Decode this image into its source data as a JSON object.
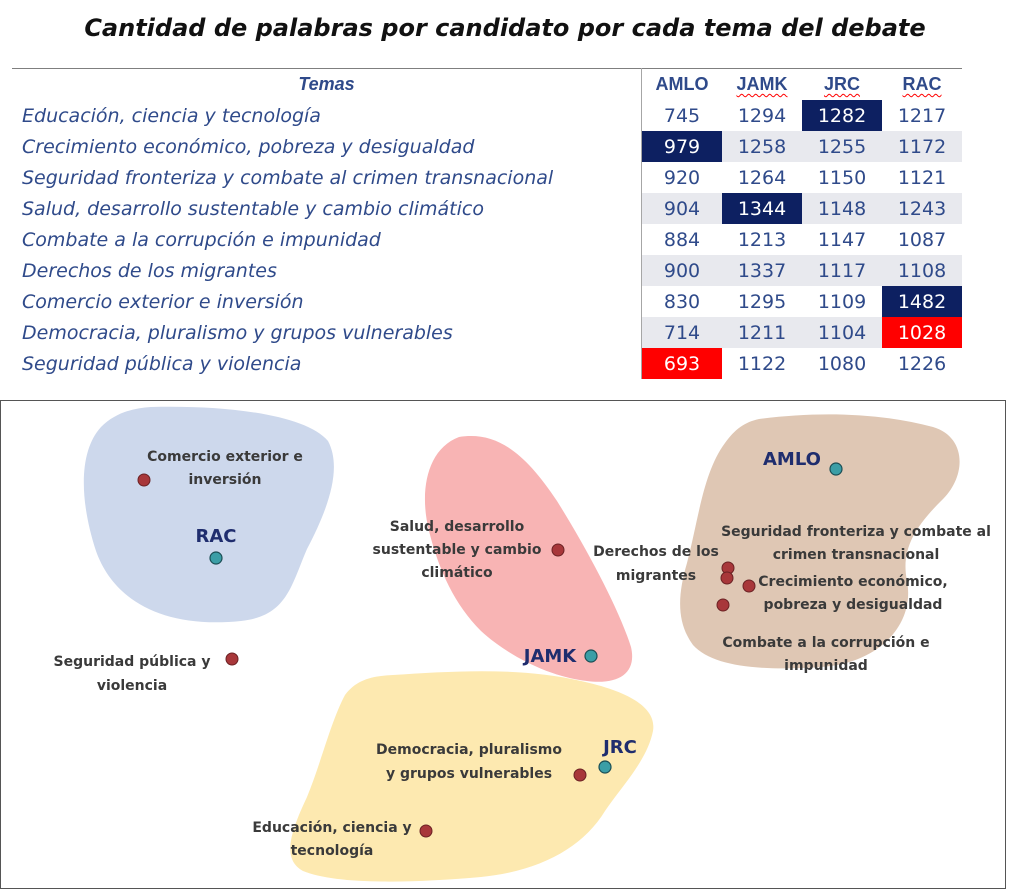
{
  "title": "Cantidad de palabras por candidato por cada tema del debate",
  "table": {
    "topic_header": "Temas",
    "candidates": [
      "AMLO",
      "JAMK",
      "JRC",
      "RAC"
    ]
  },
  "chart_data": [
    {
      "type": "table",
      "title": "Cantidad de palabras por candidato por cada tema del debate",
      "row_header": "Temas",
      "columns": [
        "AMLO",
        "JAMK",
        "JRC",
        "RAC"
      ],
      "rows": [
        {
          "topic": "Educación, ciencia y tecnología",
          "values": [
            745,
            1294,
            1282,
            1217
          ],
          "highlight_max": 2,
          "highlight_min": -1
        },
        {
          "topic": "Crecimiento económico, pobreza y desigualdad",
          "values": [
            979,
            1258,
            1255,
            1172
          ],
          "highlight_max": 0,
          "highlight_min": -1
        },
        {
          "topic": "Seguridad fronteriza y combate al crimen transnacional",
          "values": [
            920,
            1264,
            1150,
            1121
          ],
          "highlight_max": -1,
          "highlight_min": -1
        },
        {
          "topic": "Salud, desarrollo sustentable y cambio climático",
          "values": [
            904,
            1344,
            1148,
            1243
          ],
          "highlight_max": 1,
          "highlight_min": -1
        },
        {
          "topic": "Combate a la corrupción e impunidad",
          "values": [
            884,
            1213,
            1147,
            1087
          ],
          "highlight_max": -1,
          "highlight_min": -1
        },
        {
          "topic": "Derechos de los migrantes",
          "values": [
            900,
            1337,
            1117,
            1108
          ],
          "highlight_max": -1,
          "highlight_min": -1
        },
        {
          "topic": "Comercio exterior e inversión",
          "values": [
            830,
            1295,
            1109,
            1482
          ],
          "highlight_max": 3,
          "highlight_min": -1
        },
        {
          "topic": "Democracia, pluralismo y grupos vulnerables",
          "values": [
            714,
            1211,
            1104,
            1028
          ],
          "highlight_max": -1,
          "highlight_min": 3
        },
        {
          "topic": "Seguridad pública y violencia",
          "values": [
            693,
            1122,
            1080,
            1226
          ],
          "highlight_max": -1,
          "highlight_min": 0
        }
      ],
      "colors": {
        "max_highlight": "#0d2061",
        "min_highlight": "#ff0000",
        "text": "#2f4a8a"
      }
    },
    {
      "type": "scatter",
      "description_type": "correspondence map with cluster regions",
      "candidates": [
        "AMLO",
        "RAC",
        "JAMK",
        "JRC"
      ],
      "topics": [
        "Comercio exterior e inversión",
        "Salud, desarrollo sustentable y cambio climático",
        "Derechos de los migrantes",
        "Seguridad fronteriza y combate al crimen transnacional",
        "Crecimiento económico, pobreza y desigualdad",
        "Combate a la corrupción e impunidad",
        "Seguridad pública y violencia",
        "Democracia, pluralismo y grupos vulnerables",
        "Educación, ciencia y tecnología"
      ],
      "clusters": [
        {
          "candidate": "RAC",
          "topics": [
            "Comercio exterior e inversión"
          ],
          "color": "#cdd8ec"
        },
        {
          "candidate": "JAMK",
          "topics": [
            "Salud, desarrollo sustentable y cambio climático"
          ],
          "color": "#f8b4b4"
        },
        {
          "candidate": "AMLO",
          "topics": [
            "Derechos de los migrantes",
            "Seguridad fronteriza y combate al crimen transnacional",
            "Crecimiento económico, pobreza y desigualdad",
            "Combate a la corrupción e impunidad"
          ],
          "color": "#dfc7b4"
        },
        {
          "candidate": "JRC",
          "topics": [
            "Democracia, pluralismo y grupos vulnerables",
            "Educación, ciencia y tecnología"
          ],
          "color": "#fde9b0"
        }
      ],
      "colors": {
        "candidate_point": "#3b9ea6",
        "topic_point": "#a8373a"
      }
    }
  ]
}
